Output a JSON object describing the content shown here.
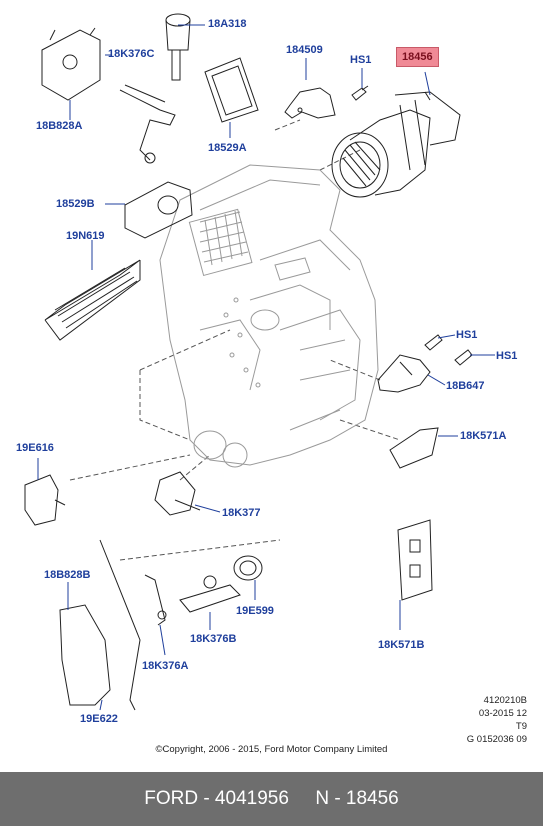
{
  "callouts": {
    "c18A318": "18A318",
    "c18K376C": "18K376C",
    "c18B828A": "18B828A",
    "c18529A": "18529A",
    "c184509": "184509",
    "cHS1_top": "HS1",
    "c18456": "18456",
    "c18529B": "18529B",
    "c19N619": "19N619",
    "cHS1_mid1": "HS1",
    "cHS1_mid2": "HS1",
    "c18B647": "18B647",
    "c18K571A": "18K571A",
    "c19E616": "19E616",
    "c18K377": "18K377",
    "c18B828B": "18B828B",
    "c19E599": "19E599",
    "c18K376B": "18K376B",
    "c18K376A": "18K376A",
    "c18K571B": "18K571B",
    "c19E622": "19E622"
  },
  "info": {
    "line1": "4120210B",
    "line2": "03-2015 12",
    "line3": "T9",
    "line4": "G 0152036 09"
  },
  "copyright": "©Copyright, 2006 - 2015, Ford Motor Company Limited",
  "footer": {
    "brand_part": "FORD - 4041956",
    "ref": "N - 18456"
  },
  "colors": {
    "callout_text": "#1f3f9c",
    "highlight_bg": "#f08a96",
    "footer_bg": "#6e6e6e"
  }
}
